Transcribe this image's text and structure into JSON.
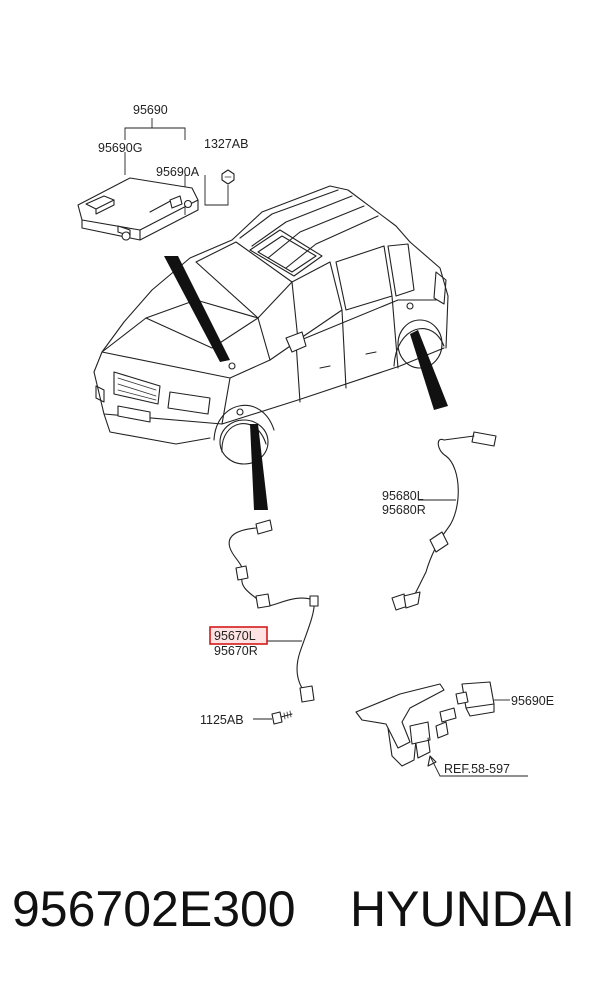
{
  "callouts": {
    "airbag_module_assy": "95690",
    "airbag_module_g": "95690G",
    "airbag_module_a": "95690A",
    "nut": "1327AB",
    "rear_sensor_left": "95680L",
    "rear_sensor_right": "95680R",
    "front_sensor_left": "95670L",
    "front_sensor_right": "95670R",
    "bolt": "1125AB",
    "bracket_sensor": "95690E",
    "reference": "REF.58-597"
  },
  "highlight": {
    "target": "95670L",
    "color": "#d21a1a"
  },
  "footer": {
    "part_number": "956702E300",
    "brand": "HYUNDAI"
  }
}
